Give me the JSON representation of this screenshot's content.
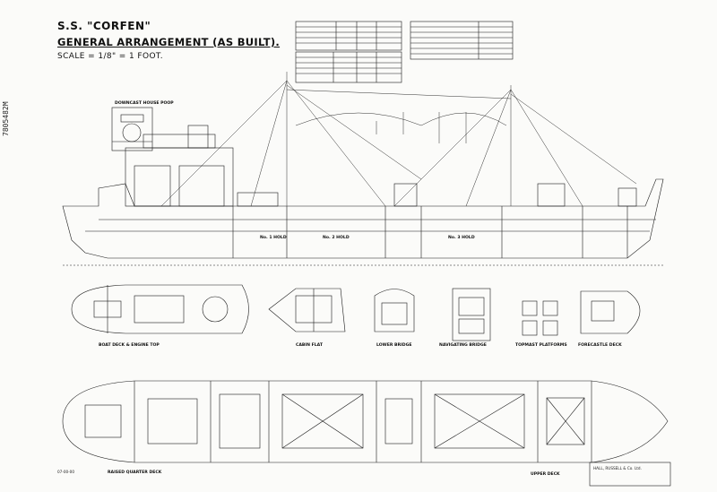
{
  "sheet": {
    "stamp": "7805482M",
    "ship_name": "S.S. \"CORFEN\"",
    "drawing_title": "GENERAL ARRANGEMENT (AS BUILT).",
    "scale_text": "SCALE = 1/8\" = 1 FOOT."
  },
  "labels": {
    "view_boat_deck": "BOAT DECK & ENGINE TOP",
    "view_cabin": "CABIN FLAT",
    "view_lower_bridge": "LOWER BRIDGE",
    "view_navigating_bridge": "NAVIGATING BRIDGE",
    "view_topmast": "TOPMAST PLATFORMS",
    "view_forecastle": "FORECASTLE DECK",
    "view_upper_deck": "UPPER DECK",
    "view_raised_quarter": "RAISED QUARTER DECK",
    "view_section": "DOWNCAST HOUSE POOP",
    "hold_1": "No. 1 HOLD",
    "hold_2": "No. 2 HOLD",
    "hold_3": "No. 3 HOLD",
    "builder": "HALL, RUSSELL & Co. Ltd.",
    "drawing_no": "07-00-00"
  }
}
